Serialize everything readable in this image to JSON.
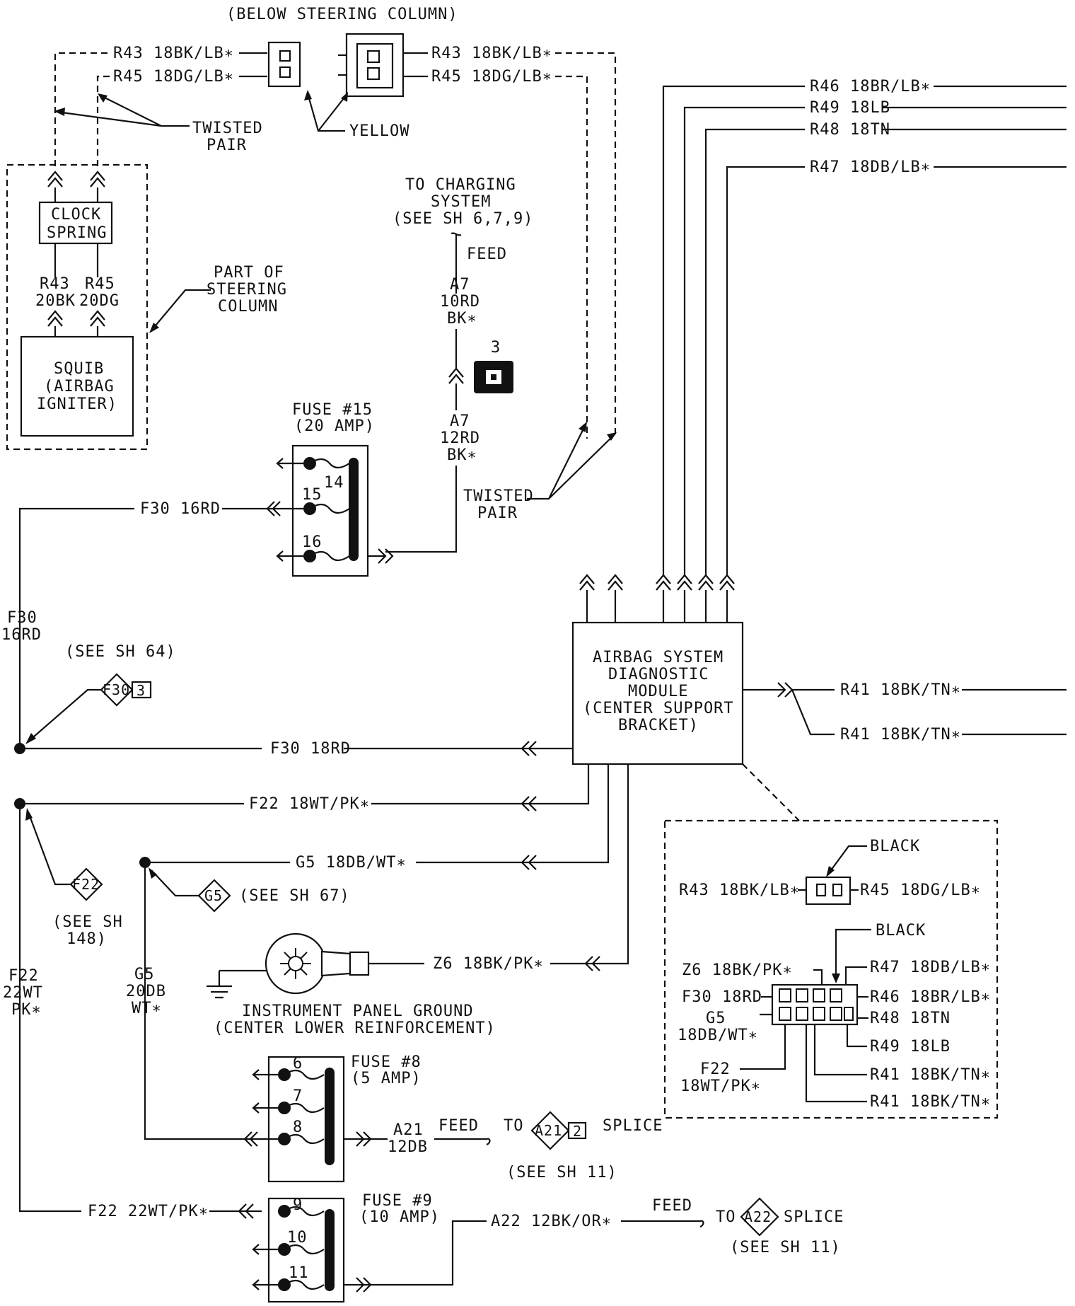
{
  "title_below_steering": "(BELOW STEERING COLUMN)",
  "steering": {
    "r43_top_left": "R43 18BK/LB∗",
    "r45_top_left": "R45 18DG/LB∗",
    "r43_top_right": "R43 18BK/LB∗",
    "r45_top_right": "R45 18DG/LB∗",
    "twisted_pair_1": "TWISTED",
    "twisted_pair_2": "PAIR",
    "yellow": "YELLOW",
    "clock_spring_1": "CLOCK",
    "clock_spring_2": "SPRING",
    "r43_lower_1": "R43",
    "r43_lower_2": "20BK",
    "r45_lower_1": "R45",
    "r45_lower_2": "20DG",
    "part_of_1": "PART OF",
    "part_of_2": "STEERING",
    "part_of_3": "COLUMN",
    "squib_1": "SQUIB",
    "squib_2": "(AIRBAG",
    "squib_3": "IGNITER)"
  },
  "charging": {
    "line1": "TO CHARGING",
    "line2": "SYSTEM",
    "line3": "(SEE SH 6,7,9)",
    "feed": "FEED",
    "a7_upper_1": "A7",
    "a7_upper_2": "10RD",
    "a7_upper_3": "BK∗",
    "connector_num": "3",
    "a7_lower_1": "A7",
    "a7_lower_2": "12RD",
    "a7_lower_3": "BK∗",
    "twisted_1": "TWISTED",
    "twisted_2": "PAIR"
  },
  "fuse15": {
    "title_1": "FUSE #15",
    "title_2": "(20 AMP)",
    "pin14": "14",
    "pin15": "15",
    "pin16": "16"
  },
  "left": {
    "f30_16rd": "F30 16RD",
    "f30_vert_1": "F30",
    "f30_vert_2": "16RD",
    "see_sh64": "(SEE SH 64)",
    "f30_tag": "F30",
    "f30_tag_num": "3",
    "f30_18rd": "F30 18RD",
    "f22_18": "F22 18WT/PK∗",
    "f22_tag": "F22",
    "see_sh148_1": "(SEE SH",
    "see_sh148_2": "148)",
    "f22_vert_1": "F22",
    "f22_vert_2": "22WT",
    "f22_vert_3": "PK∗",
    "g5_18": "G5 18DB/WT∗",
    "g5_tag": "G5",
    "see_sh67": "(SEE SH 67)",
    "g5_vert_1": "G5",
    "g5_vert_2": "20DB",
    "g5_vert_3": "WT∗"
  },
  "ground": {
    "z6": "Z6 18BK/PK∗",
    "label_1": "INSTRUMENT PANEL GROUND",
    "label_2": "(CENTER LOWER REINFORCEMENT)"
  },
  "fuse8": {
    "title_1": "FUSE #8",
    "title_2": "(5 AMP)",
    "pin6": "6",
    "pin7": "7",
    "pin8": "8",
    "a21_1": "A21",
    "a21_2": "12DB",
    "feed": "FEED",
    "to": "TO",
    "tag": "A21",
    "tag_num": "2",
    "splice": "SPLICE",
    "see": "(SEE SH 11)"
  },
  "fuse9": {
    "title_1": "FUSE #9",
    "title_2": "(10 AMP)",
    "pin9": "9",
    "pin10": "10",
    "pin11": "11",
    "f22_22": "F22 22WT/PK∗",
    "a22": "A22 12BK/OR∗",
    "feed": "FEED",
    "to": "TO",
    "tag": "A22",
    "splice": "SPLICE",
    "see": "(SEE SH 11)"
  },
  "module": {
    "line1": "AIRBAG SYSTEM",
    "line2": "DIAGNOSTIC",
    "line3": "MODULE",
    "line4": "(CENTER SUPPORT",
    "line5": "BRACKET)"
  },
  "right_wires": {
    "r46": "R46 18BR/LB∗",
    "r49": "R49 18LB",
    "r48": "R48 18TN",
    "r47": "R47 18DB/LB∗",
    "r41a": "R41 18BK/TN∗",
    "r41b": "R41 18BK/TN∗"
  },
  "inset": {
    "black_1": "BLACK",
    "r43": "R43 18BK/LB∗",
    "r45": "R45 18DG/LB∗",
    "black_2": "BLACK",
    "z6": "Z6 18BK/PK∗",
    "r47": "R47 18DB/LB∗",
    "f30": "F30 18RD",
    "r46": "R46 18BR/LB∗",
    "g5_1": "G5",
    "g5_2": "18DB/WT∗",
    "r48": "R48 18TN",
    "r49": "R49 18LB",
    "f22_1": "F22",
    "f22_2": "18WT/PK∗",
    "r41a": "R41 18BK/TN∗",
    "r41b": "R41 18BK/TN∗"
  }
}
